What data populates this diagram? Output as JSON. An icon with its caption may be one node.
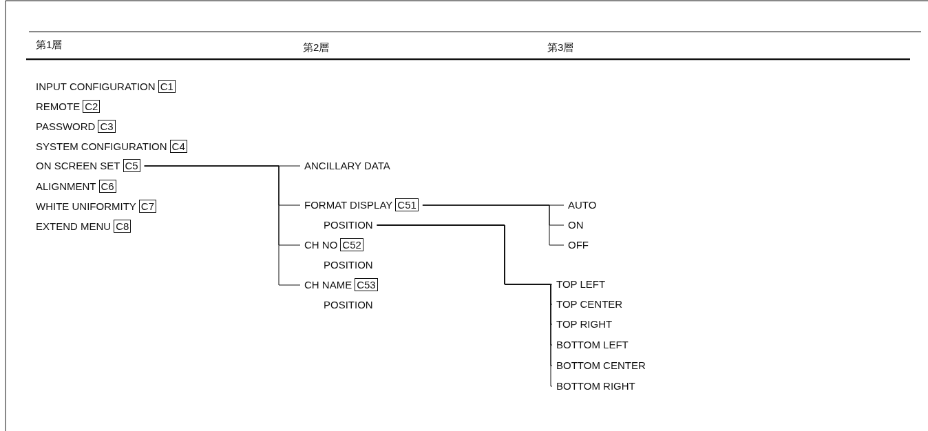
{
  "diagram": {
    "nodes": [
      {
        "text": [
          "INPUT CONFIGURATION",
          "C1"
        ]
      },
      {
        "text": [
          "REMOTE",
          "C2"
        ]
      },
      {
        "text": [
          "PASSWORD",
          "C3"
        ]
      },
      {
        "text": [
          "SYSTEM CONFIGURATION",
          "C4"
        ]
      },
      {
        "text": [
          "ON SCREEN SET",
          "C5"
        ]
      },
      {
        "text": [
          "ALIGNMENT",
          "C6"
        ]
      },
      {
        "text": [
          "WHITE UNIFORMITY",
          "C7"
        ]
      },
      {
        "text": [
          "EXTEND MENU",
          "C8"
        ]
      },
      {
        "text": [
          "ANCILLARY DATA"
        ]
      },
      {
        "text": [
          "FORMAT DISPLAY",
          "C51"
        ]
      },
      {
        "text": [
          "POSITION"
        ]
      },
      {
        "text": [
          "CH NO",
          "C52"
        ]
      },
      {
        "text": [
          "POSITION"
        ]
      },
      {
        "text": [
          "CH NAME",
          "C53"
        ]
      },
      {
        "text": [
          "POSITION"
        ]
      },
      {
        "text": [
          "AUTO"
        ]
      },
      {
        "text": [
          "ON"
        ]
      },
      {
        "text": [
          "OFF"
        ]
      },
      {
        "text": [
          "TOP LEFT"
        ]
      },
      {
        "text": [
          "TOP CENTER"
        ]
      },
      {
        "text": [
          "TOP RIGHT"
        ]
      },
      {
        "text": [
          "BOTTOM LEFT"
        ]
      },
      {
        "text": [
          "BOTTOM CENTER"
        ]
      },
      {
        "text": [
          "BOTTOM RIGHT"
        ]
      }
    ],
    "edges": [
      {
        "from": 4,
        "to": 8,
        "arrow": "none"
      },
      {
        "from": 4,
        "to": 9,
        "arrow": "none"
      },
      {
        "from": 4,
        "to": 11,
        "arrow": "none"
      },
      {
        "from": 4,
        "to": 13,
        "arrow": "none"
      },
      {
        "from": 9,
        "to": 15,
        "arrow": "none"
      },
      {
        "from": 9,
        "to": 16,
        "arrow": "none"
      },
      {
        "from": 9,
        "to": 17,
        "arrow": "none"
      },
      {
        "from": 10,
        "to": 18,
        "arrow": "none"
      },
      {
        "from": 10,
        "to": 19,
        "arrow": "none"
      },
      {
        "from": 10,
        "to": 20,
        "arrow": "none"
      },
      {
        "from": 10,
        "to": 21,
        "arrow": "none"
      },
      {
        "from": 10,
        "to": 22,
        "arrow": "none"
      },
      {
        "from": 10,
        "to": 23,
        "arrow": "none"
      }
    ],
    "labels": [
      "第1層",
      "第2層",
      "第3層"
    ]
  }
}
